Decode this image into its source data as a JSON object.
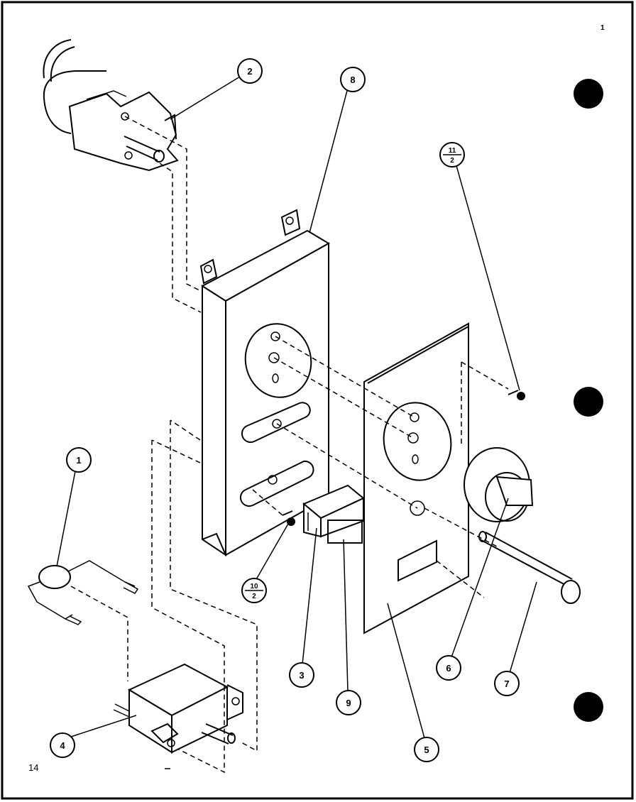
{
  "page": {
    "number": "14",
    "corner_mark": "1"
  },
  "callouts": [
    {
      "id": "1",
      "label": "1",
      "part": "part-1"
    },
    {
      "id": "2",
      "label": "2",
      "part": "part-2"
    },
    {
      "id": "3",
      "label": "3",
      "part": "part-3"
    },
    {
      "id": "4",
      "label": "4",
      "part": "part-4"
    },
    {
      "id": "5",
      "label": "5",
      "part": "part-5"
    },
    {
      "id": "6",
      "label": "6",
      "part": "part-6"
    },
    {
      "id": "7",
      "label": "7",
      "part": "part-7"
    },
    {
      "id": "8",
      "label": "8",
      "part": "part-8"
    },
    {
      "id": "9",
      "label": "9",
      "part": "part-9"
    }
  ],
  "fraction_callouts": [
    {
      "id": "10-2",
      "numerator": "10",
      "denominator": "2"
    },
    {
      "id": "11-2",
      "numerator": "11",
      "denominator": "2"
    }
  ],
  "binder_holes": 3
}
